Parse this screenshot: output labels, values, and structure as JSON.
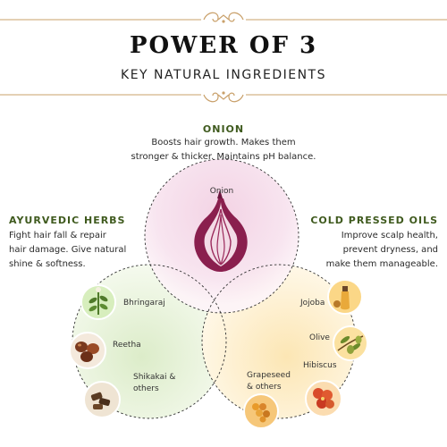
{
  "header": {
    "title": "POWER OF 3",
    "subtitle": "KEY NATURAL INGREDIENTS"
  },
  "colors": {
    "ornament": "#c9a06a",
    "heading_green": "#3f5a1e",
    "onion_circle": "#eec7dc",
    "herbs_circle": "#dceccb",
    "oils_circle": "#fbe7b8"
  },
  "sections": {
    "onion": {
      "heading": "ONION",
      "description": "Boosts hair growth. Makes them\nstronger & thicker. Maintains pH balance."
    },
    "herbs": {
      "heading": "AYURVEDIC HERBS",
      "description": "Fight hair fall & repair\nhair damage. Give natural\nshine & softness."
    },
    "oils": {
      "heading": "COLD PRESSED OILS",
      "description": "Improve scalp health,\nprevent dryness, and\nmake them manageable."
    }
  },
  "venn": {
    "onion_label": "Onion",
    "herbs": [
      "Bhringaraj",
      "Reetha",
      "Shikakai &\nothers"
    ],
    "oils": [
      "Jojoba",
      "Olive",
      "Hibiscus",
      "Grapeseed\n& others"
    ]
  },
  "icons": {
    "onion": "onion-icon",
    "bhringaraj": "bhringaraj-plant-icon",
    "reetha": "reetha-nuts-icon",
    "shikakai": "shikakai-pods-icon",
    "jojoba": "jojoba-oil-icon",
    "olive": "olive-branch-icon",
    "hibiscus": "hibiscus-flower-icon",
    "grapeseed": "grapeseed-icon"
  }
}
